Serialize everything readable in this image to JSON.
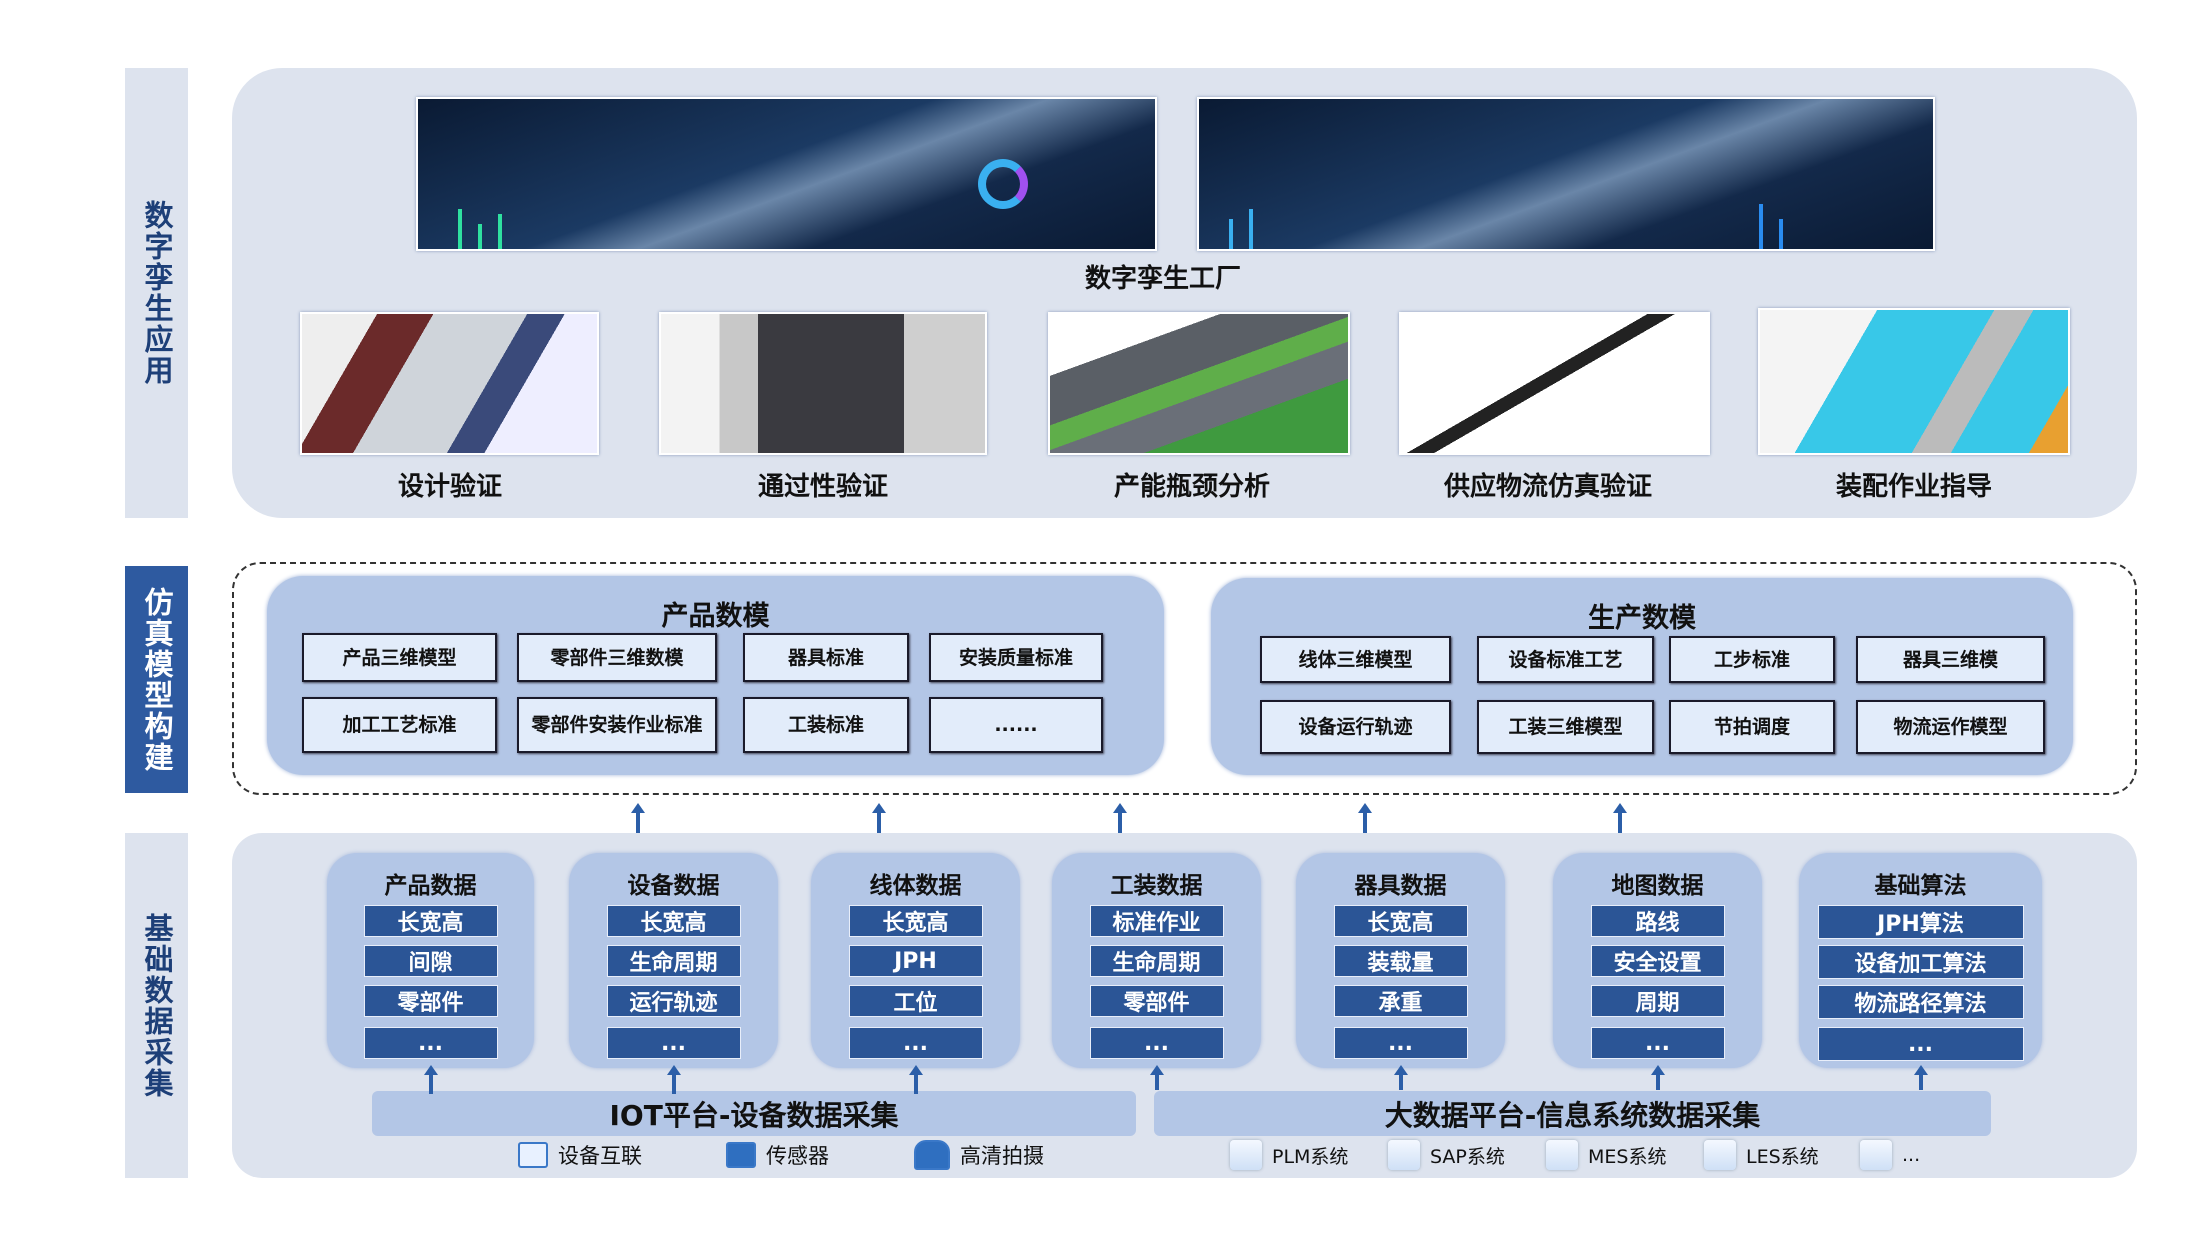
{
  "layers": {
    "application": "数字孪生应用",
    "model": "仿真模型构建",
    "data": "基础数据采集"
  },
  "application": {
    "factory_label": "数字孪生工厂",
    "cases": [
      "设计验证",
      "通过性验证",
      "产能瓶颈分析",
      "供应物流仿真验证",
      "装配作业指导"
    ]
  },
  "model": {
    "product": {
      "title": "产品数模",
      "cells": [
        "产品三维模型",
        "零部件三维数模",
        "器具标准",
        "安装质量标准",
        "加工工艺标准",
        "零部件安装作业标准",
        "工装标准",
        "......"
      ]
    },
    "production": {
      "title": "生产数模",
      "cells": [
        "线体三维模型",
        "设备标准工艺",
        "工步标准",
        "器具三维模",
        "设备运行轨迹",
        "工装三维模型",
        "节拍调度",
        "物流运作模型"
      ]
    }
  },
  "data": {
    "columns": [
      {
        "title": "产品数据",
        "items": [
          "长宽高",
          "间隙",
          "零部件",
          "..."
        ]
      },
      {
        "title": "设备数据",
        "items": [
          "长宽高",
          "生命周期",
          "运行轨迹",
          "..."
        ]
      },
      {
        "title": "线体数据",
        "items": [
          "长宽高",
          "JPH",
          "工位",
          "..."
        ]
      },
      {
        "title": "工装数据",
        "items": [
          "标准作业",
          "生命周期",
          "零部件",
          "..."
        ]
      },
      {
        "title": "器具数据",
        "items": [
          "长宽高",
          "装载量",
          "承重",
          "..."
        ]
      },
      {
        "title": "地图数据",
        "items": [
          "路线",
          "安全设置",
          "周期",
          "..."
        ]
      },
      {
        "title": "基础算法",
        "items": [
          "JPH算法",
          "设备加工算法",
          "物流路径算法",
          "..."
        ]
      }
    ],
    "iot_platform": "IOT平台-设备数据采集",
    "bigdata_platform": "大数据平台-信息系统数据采集",
    "iot_sources": [
      {
        "icon": "device-link-icon",
        "label": "设备互联"
      },
      {
        "icon": "sensor-icon",
        "label": "传感器"
      },
      {
        "icon": "hd-camera-icon",
        "label": "高清拍摄"
      }
    ],
    "systems": [
      "PLM系统",
      "SAP系统",
      "MES系统",
      "LES系统",
      "..."
    ]
  },
  "colors": {
    "panel": "#dde3ee",
    "group": "#b3c6e6",
    "item": "#2b5596",
    "accent": "#2e5aa0"
  }
}
